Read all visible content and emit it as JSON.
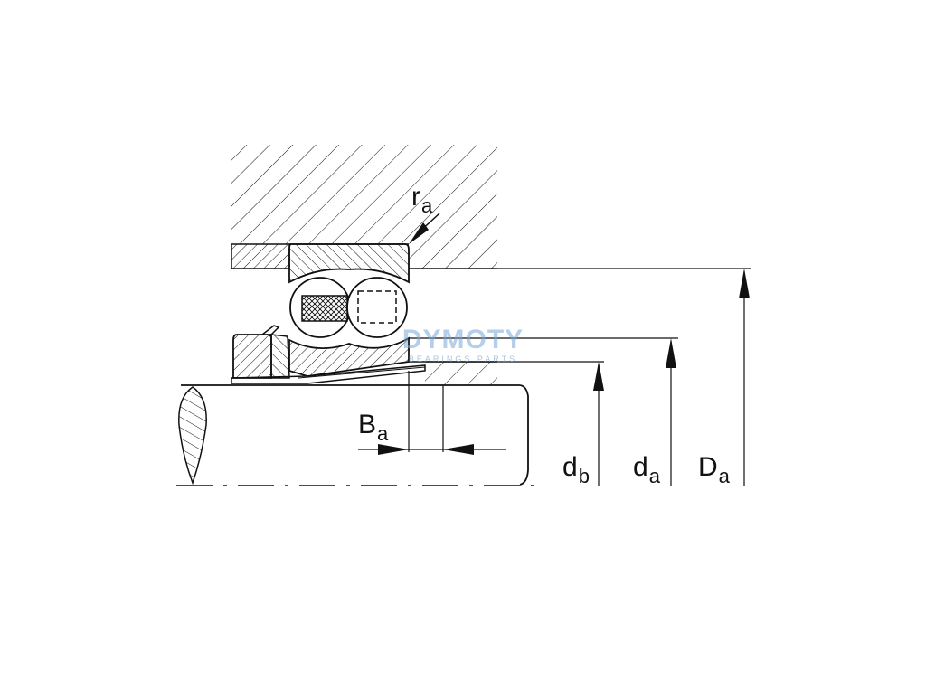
{
  "labels": {
    "ra": {
      "main": "r",
      "sub": "a"
    },
    "Ba": {
      "main": "B",
      "sub": "a"
    },
    "db": {
      "main": "d",
      "sub": "b"
    },
    "da": {
      "main": "d",
      "sub": "a"
    },
    "Da": {
      "main": "D",
      "sub": "a"
    }
  },
  "watermark": {
    "main": "DYMOTY",
    "sub": "BEARINGS PARTS"
  },
  "colors": {
    "line": "#111111",
    "watermark": "#7aa5d7"
  }
}
